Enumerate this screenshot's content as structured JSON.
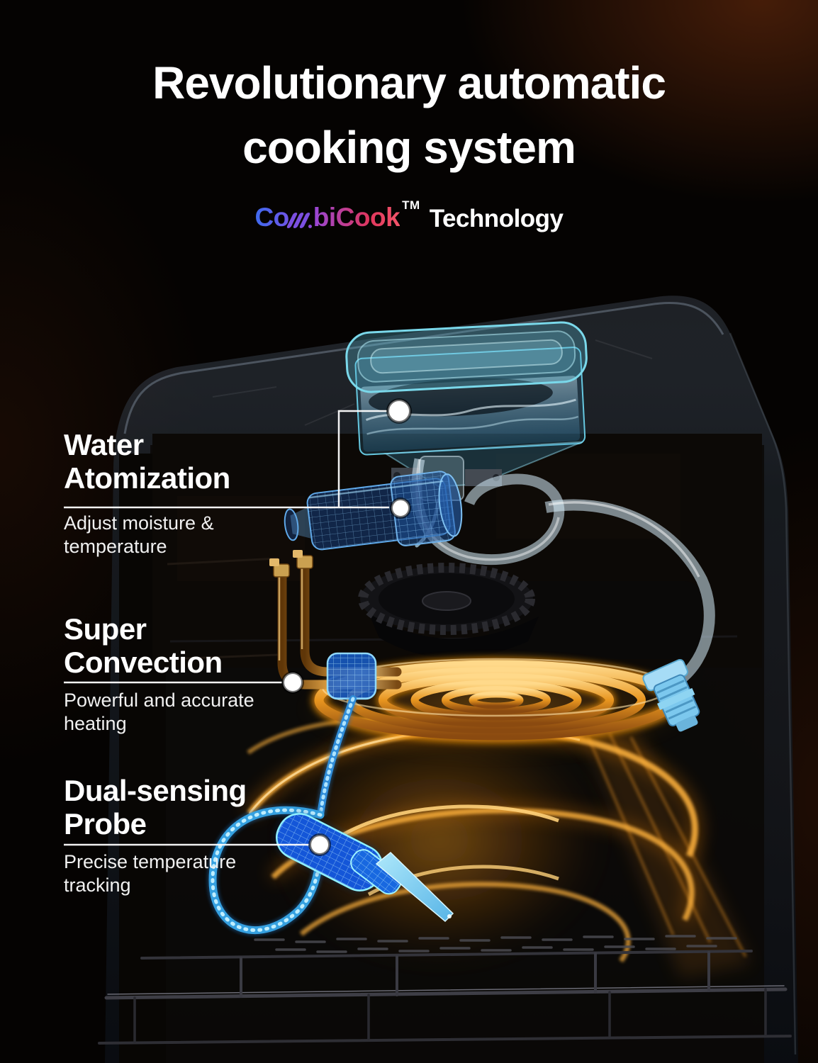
{
  "header": {
    "title_line1": "Revolutionary automatic",
    "title_line2": "cooking system",
    "brand": {
      "name": "CombiCook",
      "name_part1": "Co",
      "name_part2": "biCook",
      "trademark": "TM",
      "suffix": "Technology"
    }
  },
  "features": [
    {
      "id": "water-atomization",
      "title_line1": "Water",
      "title_line2": "Atomization",
      "desc_line1": "Adjust moisture &",
      "desc_line2": "temperature"
    },
    {
      "id": "super-convection",
      "title_line1": "Super",
      "title_line2": "Convection",
      "desc_line1": "Powerful and accurate",
      "desc_line2": "heating"
    },
    {
      "id": "dual-sensing-probe",
      "title_line1": "Dual-sensing",
      "title_line2": "Probe",
      "desc_line1": "Precise temperature",
      "desc_line2": "tracking"
    }
  ],
  "illustration": {
    "components": [
      "appliance-body",
      "water-tank",
      "water-valve",
      "atomizer",
      "convection-fan",
      "heating-tubes",
      "heating-coil",
      "water-tube",
      "tube-connector",
      "probe-connector",
      "probe-cable",
      "temperature-probe",
      "heat-vortex",
      "oven-rack"
    ],
    "callout_dot_count": 4
  },
  "colors": {
    "background": "#050302",
    "title_text": "#ffffff",
    "subtext": "#f0f0f0",
    "brand_gradient_start": "#3e6bf0",
    "brand_gradient_mid": "#8a4ae0",
    "brand_gradient_end": "#f23d5c",
    "tank_teal": "#6fd4e8",
    "component_blue": "#3f8fe0",
    "probe_blue": "#2a7de8",
    "coil_orange": "#ff9c10",
    "glow_amber": "#ffb840",
    "copper": "#d99b3f",
    "callout_line": "#ffffff"
  }
}
